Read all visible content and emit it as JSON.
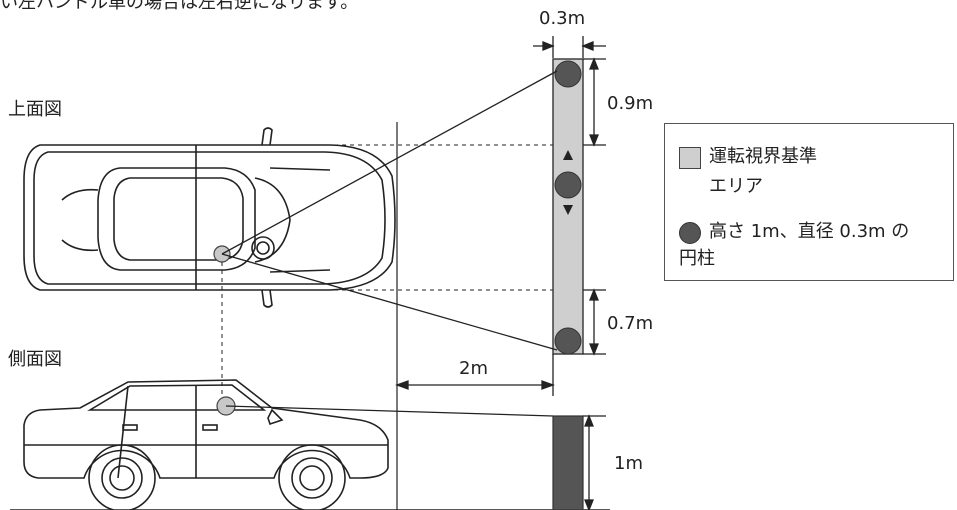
{
  "header": {
    "clipped_text": "い左ハンドル車の場合は左右逆になります。"
  },
  "labels": {
    "top_view": "上面図",
    "side_view": "側面図",
    "width_dim": "0.3m",
    "front_dim": "0.9m",
    "rear_dim": "0.7m",
    "distance_dim": "2m",
    "height_dim": "1m"
  },
  "legend": {
    "area_label_line1": "運転視界基準",
    "area_label_line2": "エリア",
    "pole_label_line1": "高さ 1m、直径 0.3m の",
    "pole_label_line2": "円柱"
  },
  "colors": {
    "area_fill": "#cfcfcf",
    "pole_fill": "#555555",
    "line": "#222222"
  }
}
